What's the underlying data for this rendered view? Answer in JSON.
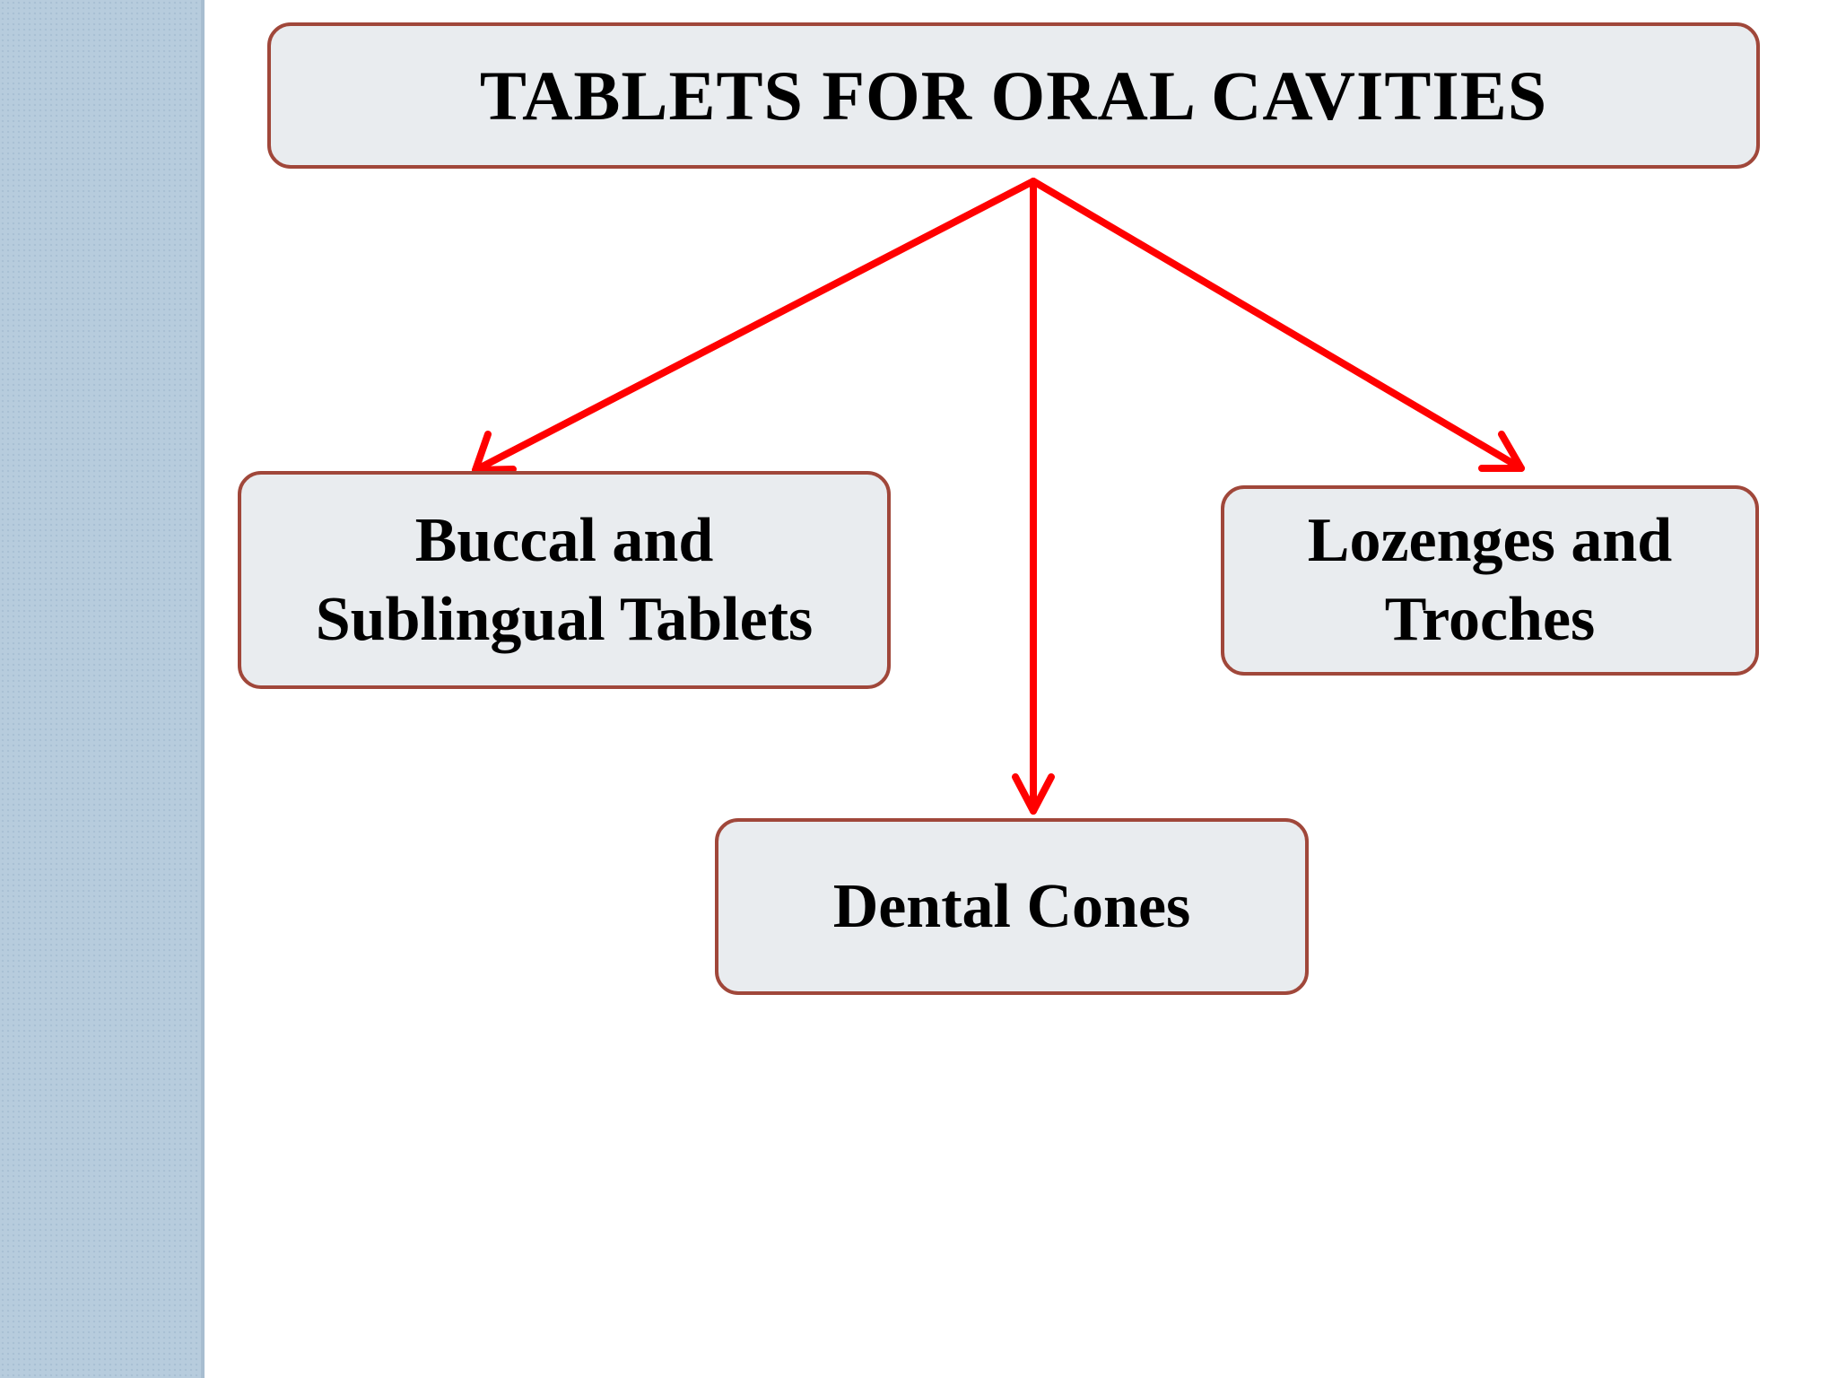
{
  "diagram": {
    "title": "TABLETS FOR ORAL CAVITIES",
    "nodes": {
      "buccal": {
        "line1": "Buccal and",
        "line2": "Sublingual Tablets"
      },
      "lozenges": {
        "line1": "Lozenges and",
        "line2": "Troches"
      },
      "dental": {
        "label": "Dental Cones"
      }
    },
    "edges": [
      {
        "from": "title",
        "to": "buccal"
      },
      {
        "from": "title",
        "to": "dental"
      },
      {
        "from": "title",
        "to": "lozenges"
      }
    ]
  },
  "colors": {
    "box_fill": "#e9ecef",
    "box_border": "#a0473a",
    "arrow": "#ff0000",
    "side_band": "#b7ccdd"
  }
}
